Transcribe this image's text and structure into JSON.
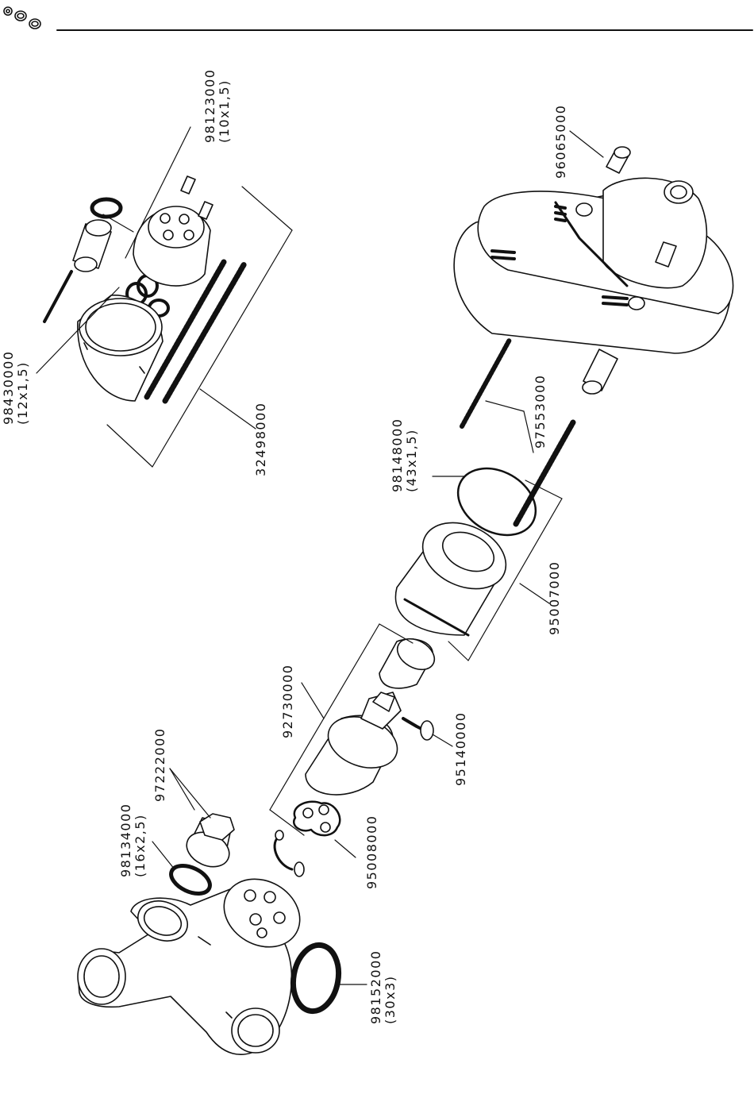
{
  "parts": [
    {
      "id": "p98430000",
      "number": "98430000",
      "size": "(12x1,5)"
    },
    {
      "id": "p98123000",
      "number": "98123000",
      "size": "(10x1,5)"
    },
    {
      "id": "p32498000",
      "number": "32498000",
      "size": ""
    },
    {
      "id": "p96065000",
      "number": "96065000",
      "size": ""
    },
    {
      "id": "p97553000",
      "number": "97553000",
      "size": ""
    },
    {
      "id": "p98148000",
      "number": "98148000",
      "size": "(43x1,5)"
    },
    {
      "id": "p95007000",
      "number": "95007000",
      "size": ""
    },
    {
      "id": "p92730000",
      "number": "92730000",
      "size": ""
    },
    {
      "id": "p95140000",
      "number": "95140000",
      "size": ""
    },
    {
      "id": "p97222000",
      "number": "97222000",
      "size": ""
    },
    {
      "id": "p98134000",
      "number": "98134000",
      "size": "(16x2,5)"
    },
    {
      "id": "p95008000",
      "number": "95008000",
      "size": ""
    },
    {
      "id": "p98152000",
      "number": "98152000",
      "size": "(30x3)"
    }
  ],
  "colors": {
    "line": "#111111",
    "fill": "#ffffff",
    "shade": "#dcdcdc"
  }
}
